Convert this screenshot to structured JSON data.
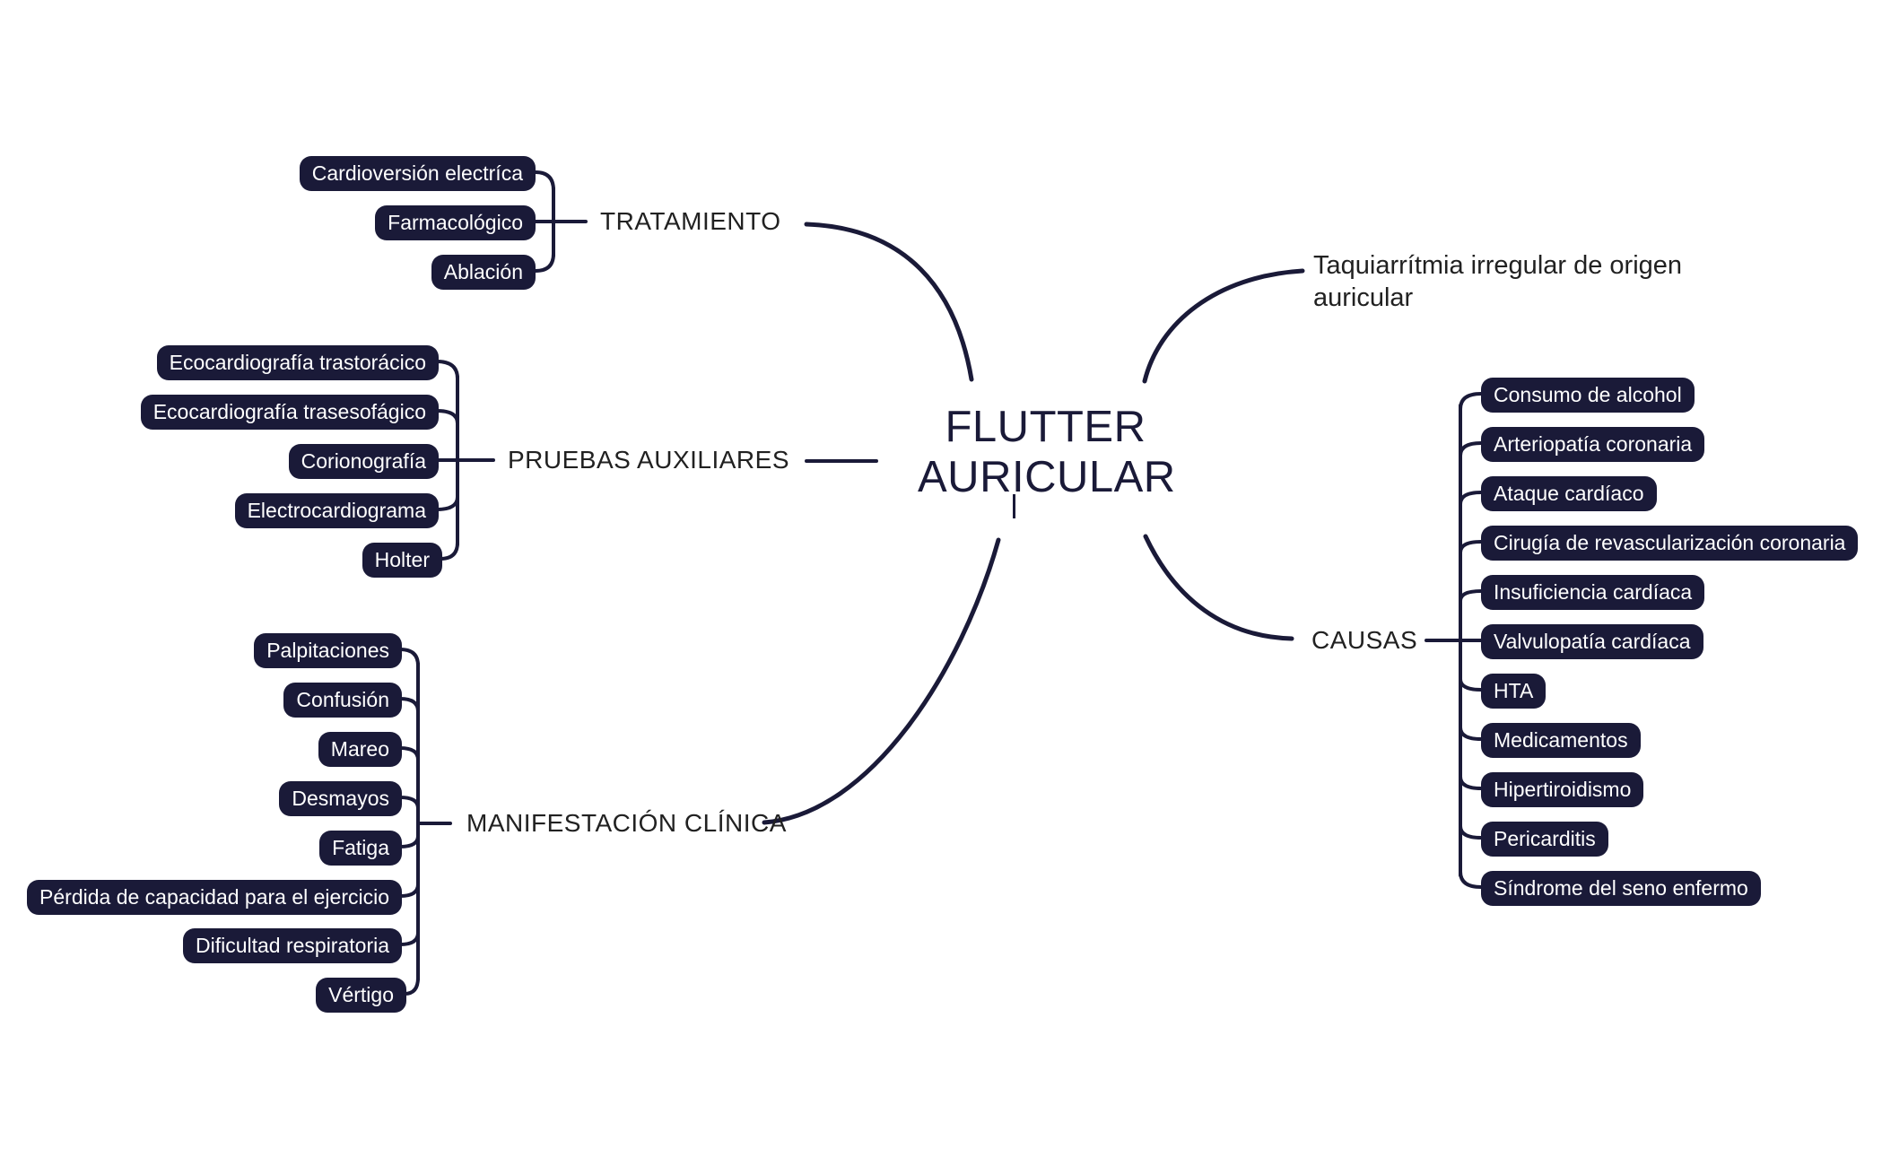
{
  "colors": {
    "node_bg": "#1a1a38",
    "node_text": "#ffffff",
    "line": "#1a1a38",
    "label_text": "#212121",
    "title_text": "#1a1a38",
    "background": "#ffffff"
  },
  "central_topic": {
    "line1": "FLUTTER",
    "line2": "AURICULAR"
  },
  "floating_topic": {
    "text": "Taquiarrítmia irregular de origen auricular"
  },
  "branches": {
    "tratamiento": {
      "label": "TRATAMIENTO",
      "children": [
        "Cardioversión electríca",
        "Farmacológico",
        "Ablación"
      ]
    },
    "pruebas_auxiliares": {
      "label": "PRUEBAS AUXILIARES",
      "children": [
        "Ecocardiografía trastorácico",
        "Ecocardiografía trasesofágico",
        "Corionografía",
        "Electrocardiograma",
        "Holter"
      ]
    },
    "manifestacion_clinica": {
      "label": "MANIFESTACIÓN CLÍNICA",
      "children": [
        "Palpitaciones",
        "Confusión",
        "Mareo",
        "Desmayos",
        "Fatiga",
        "Pérdida de capacidad para el ejercicio",
        "Dificultad respiratoria",
        "Vértigo"
      ]
    },
    "causas": {
      "label": "CAUSAS",
      "children": [
        "Consumo de alcohol",
        "Arteriopatía coronaria",
        "Ataque cardíaco",
        "Cirugía de revascularización coronaria",
        "Insuficiencia cardíaca",
        "Valvulopatía cardíaca",
        "HTA",
        "Medicamentos",
        "Hipertiroidismo",
        "Pericarditis",
        "Síndrome del seno enfermo"
      ]
    }
  }
}
